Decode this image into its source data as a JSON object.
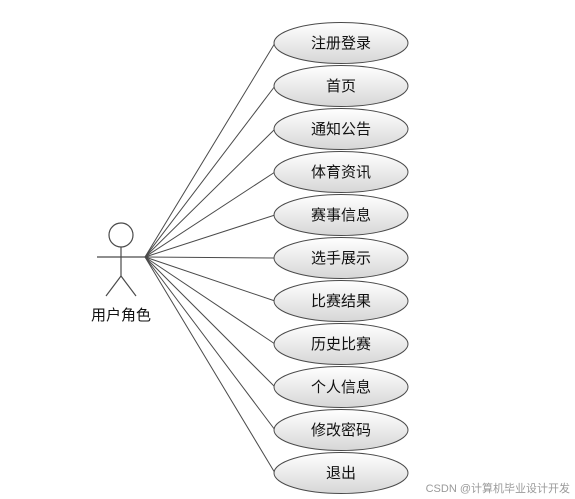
{
  "actor": {
    "label": "用户角色"
  },
  "use_cases": [
    {
      "label": "注册登录"
    },
    {
      "label": "首页"
    },
    {
      "label": "通知公告"
    },
    {
      "label": "体育资讯"
    },
    {
      "label": "赛事信息"
    },
    {
      "label": "选手展示"
    },
    {
      "label": "比赛结果"
    },
    {
      "label": "历史比赛"
    },
    {
      "label": "个人信息"
    },
    {
      "label": "修改密码"
    },
    {
      "label": "退出"
    }
  ],
  "watermark": "CSDN @计算机毕业设计开发",
  "colors": {
    "ellipse_top": "#ffffff",
    "ellipse_bottom": "#d4d4d4",
    "stroke": "#4a4a4a"
  }
}
